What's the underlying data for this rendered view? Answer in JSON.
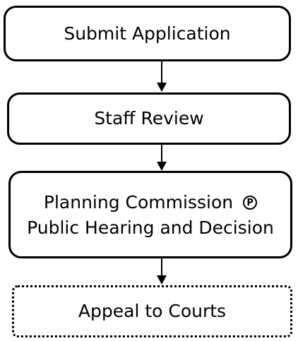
{
  "steps": {
    "submit": "Submit Application",
    "staff_review": "Staff Review",
    "planning_line1": "Planning Commission",
    "planning_marker": "P",
    "planning_line2": "Public Hearing and Decision",
    "appeal": "Appeal to Courts"
  },
  "icons": {
    "planning_marker": "circled-letter-p-icon",
    "arrows": "down-arrow-icon"
  },
  "colors": {
    "stroke": "#000000",
    "background": "#ffffff"
  }
}
